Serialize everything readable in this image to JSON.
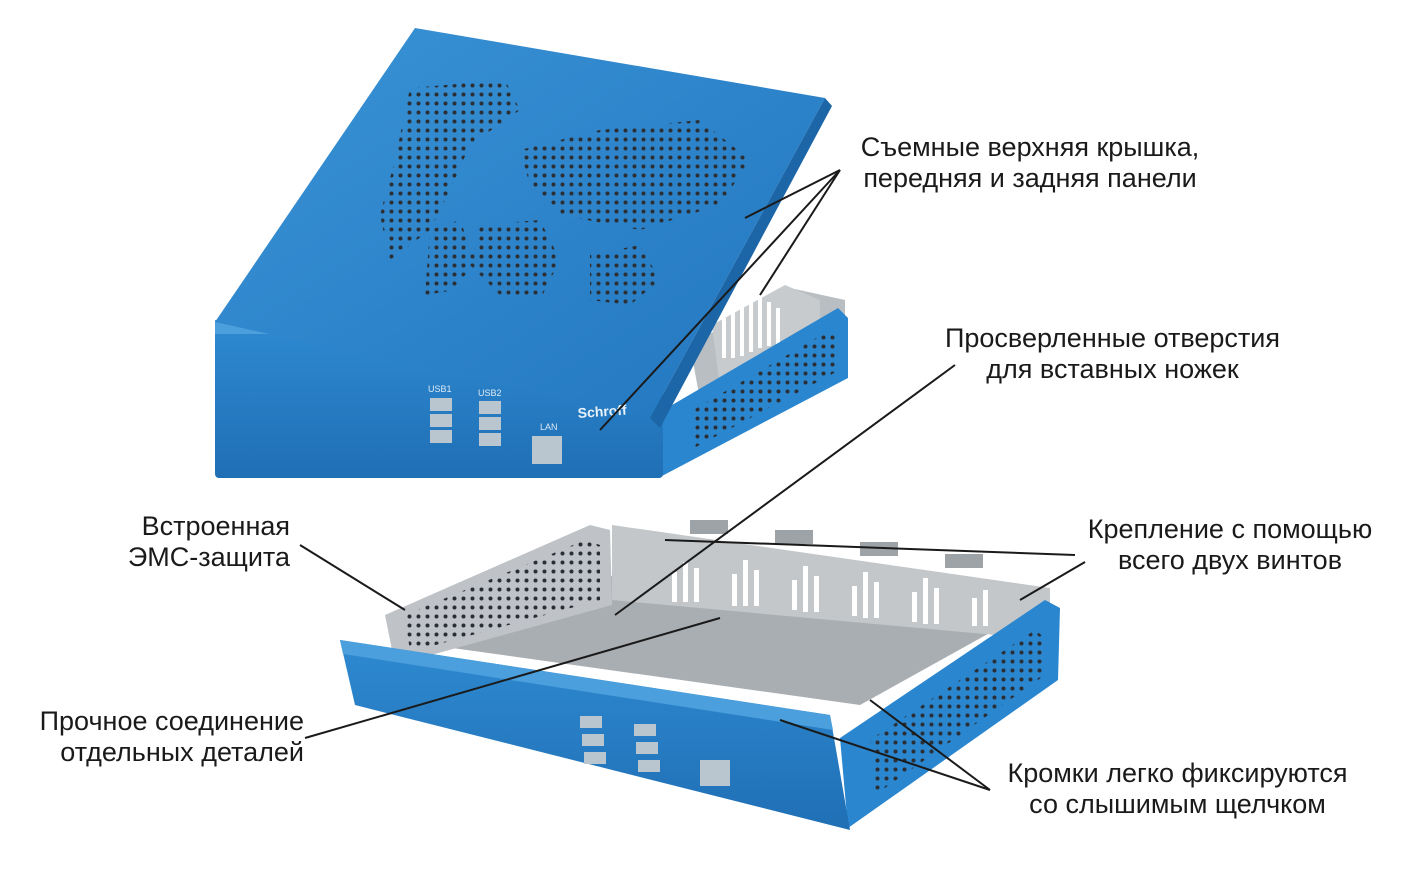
{
  "callouts": {
    "removable_panels": {
      "line1": "Съемные верхняя крышка,",
      "line2": "передняя и задняя панели"
    },
    "drilled_holes": {
      "line1": "Просверленные отверстия",
      "line2": "для вставных ножек"
    },
    "emc_shield": {
      "line1": "Встроенная",
      "line2": "ЭМС-защита"
    },
    "two_screws": {
      "line1": "Крепление с помощью",
      "line2": "всего двух винтов"
    },
    "solid_joint": {
      "line1": "Прочное соединение",
      "line2": "отдельных деталей"
    },
    "snap_edges": {
      "line1": "Кромки легко фиксируются",
      "line2": "со слышимым щелчком"
    }
  },
  "device": {
    "brand": "Schroff",
    "ports": {
      "usb1": "USB1",
      "usb2": "USB2",
      "lan": "LAN"
    }
  },
  "colors": {
    "enclosure_blue": "#2a86cf",
    "enclosure_blue_dark": "#1c66a8",
    "metal_gray": "#b7bcc0",
    "metal_gray_dark": "#8f959a",
    "leader_line": "#1a1a1a"
  }
}
